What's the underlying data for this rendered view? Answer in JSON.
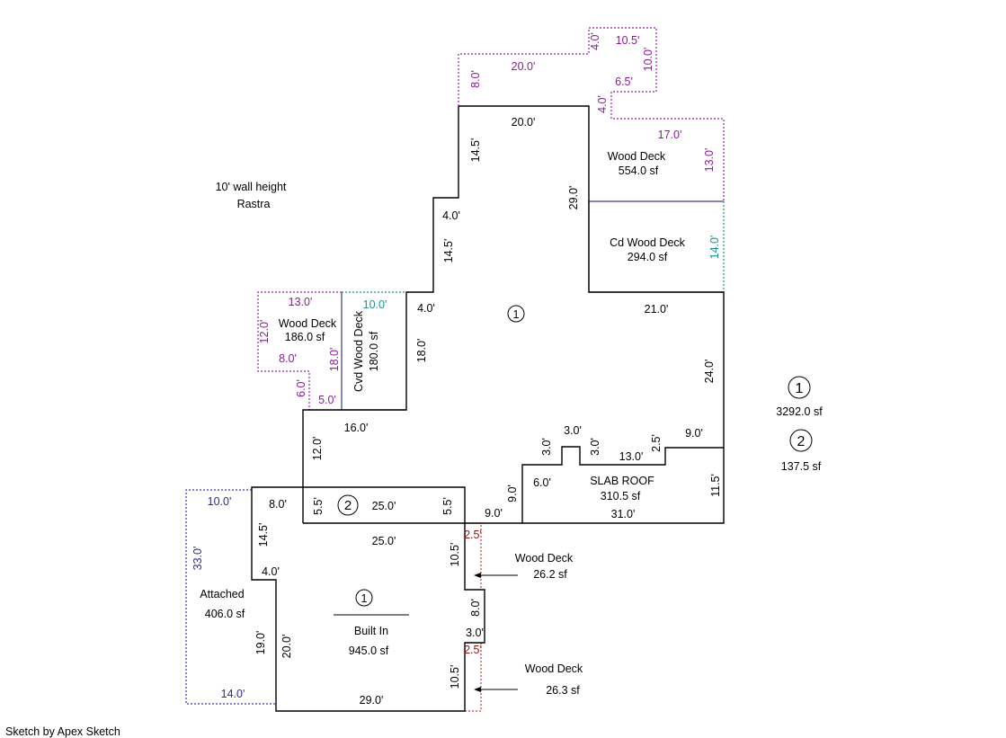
{
  "notes": {
    "wall_height": "10' wall height",
    "material": "Rastra"
  },
  "credit": "Sketch by Apex Sketch",
  "colors": {
    "wall": "#000000",
    "wood_deck": "#9a1fa8",
    "covered_deck": "#1f8f8f",
    "attached": "#3b3bb0",
    "small_deck": "#c23a3a"
  },
  "summary": {
    "area1_number": "1",
    "area1_value": "3292.0 sf",
    "area2_number": "2",
    "area2_value": "137.5 sf"
  },
  "areas": {
    "wood_deck_top": {
      "name": "Wood Deck",
      "size": "554.0 sf"
    },
    "cd_wood_deck": {
      "name": "Cd Wood Deck",
      "size": "294.0 sf"
    },
    "wood_deck_left": {
      "name": "Wood Deck",
      "size": "186.0 sf"
    },
    "cvd_wood_deck": {
      "name": "Cvd Wood Deck",
      "size": "180.0 sf"
    },
    "slab_roof": {
      "name": "SLAB ROOF",
      "size": "310.5 sf"
    },
    "attached": {
      "name": "Attached",
      "size": "406.0 sf"
    },
    "built_in": {
      "name": "Built In",
      "size": "945.0 sf"
    },
    "wood_deck_a": {
      "name": "Wood Deck",
      "size": "26.2 sf"
    },
    "wood_deck_b": {
      "name": "Wood Deck",
      "size": "26.3 sf"
    }
  },
  "markers": {
    "main_upper": "1",
    "main_lower": "1",
    "garage_section": "2"
  },
  "dims": {
    "top_deck": [
      "4.0'",
      "10.5'",
      "10.0'",
      "20.0'",
      "8.0'",
      "6.5'",
      "4.0'",
      "17.0'",
      "13.0'"
    ],
    "cd_deck": [
      "14.0'"
    ],
    "upper_house": [
      "20.0'",
      "14.5'",
      "4.0'",
      "14.5'",
      "29.0'",
      "4.0'",
      "21.0'",
      "18.0'",
      "24.0'"
    ],
    "left_deck": [
      "13.0'",
      "10.0'",
      "12.0'",
      "8.0'",
      "18.0'",
      "6.0'",
      "5.0'"
    ],
    "middle": [
      "16.0'",
      "12.0'",
      "9.0'",
      "3.0'",
      "3.0'",
      "3.0'",
      "2.5'",
      "13.0'",
      "6.0'",
      "9.0'",
      "9.0'",
      "31.0'",
      "11.5'"
    ],
    "garage_strip": [
      "8.0'",
      "5.5'",
      "25.0'",
      "5.5'"
    ],
    "attached": [
      "10.0'",
      "33.0'",
      "14.0'"
    ],
    "built_in": [
      "14.5'",
      "4.0'",
      "25.0'",
      "10.5'",
      "2.5'",
      "8.0'",
      "3.0'",
      "2.5'",
      "10.5'",
      "19.0'",
      "20.0'",
      "29.0'"
    ]
  }
}
